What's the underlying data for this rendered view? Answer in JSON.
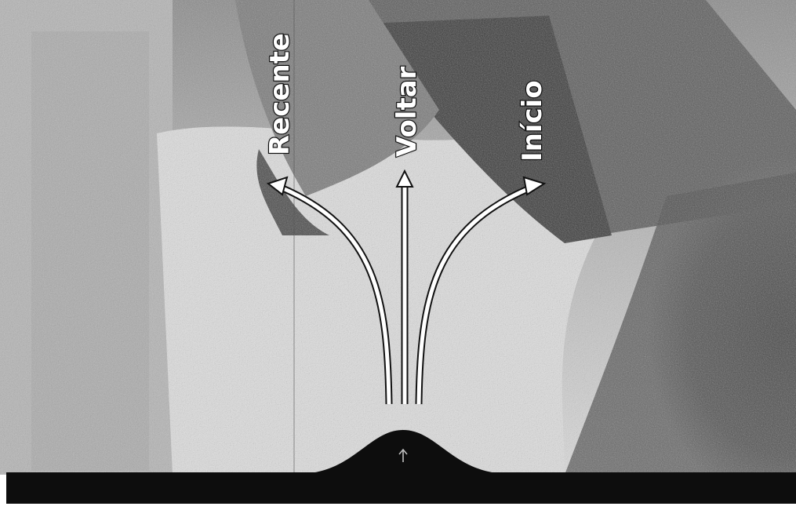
{
  "gestures": {
    "recent_label": "Recente",
    "back_label": "Voltar",
    "home_label": "Início"
  },
  "icons": {
    "handle": "up-arrow-icon"
  },
  "colors": {
    "arrow": "#ffffff",
    "arrow_outline": "#111111",
    "nav_bar": "#0d0d0d",
    "label_text": "#ffffff"
  }
}
